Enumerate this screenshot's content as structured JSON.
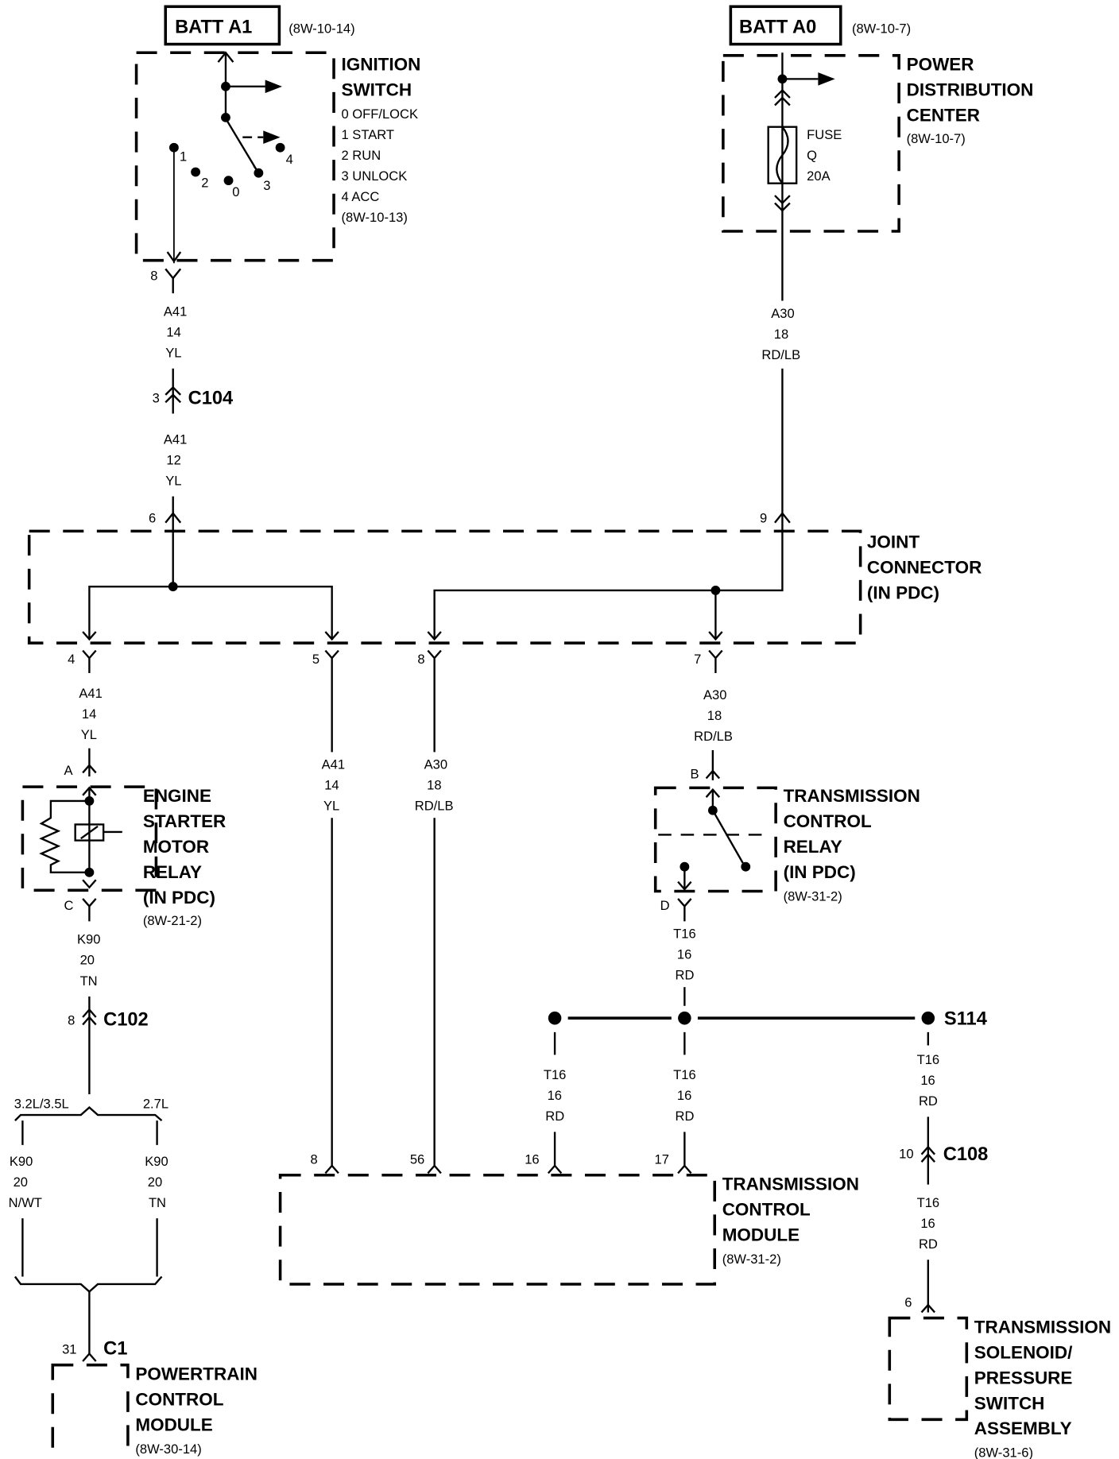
{
  "diagram": {
    "sources": {
      "batt_a1": {
        "label": "BATT A1",
        "ref": "(8W-10-14)"
      },
      "batt_a0": {
        "label": "BATT A0",
        "ref": "(8W-10-7)"
      }
    },
    "ignition_switch": {
      "title": [
        "IGNITION",
        "SWITCH"
      ],
      "positions": [
        "0 OFF/LOCK",
        "1 START",
        "2 RUN",
        "3 UNLOCK",
        "4 ACC"
      ],
      "ref": "(8W-10-13)",
      "contact_labels": [
        "1",
        "2",
        "0",
        "3",
        "4"
      ]
    },
    "pdc": {
      "title": [
        "POWER",
        "DISTRIBUTION",
        "CENTER"
      ],
      "ref": "(8W-10-7)",
      "fuse": [
        "FUSE",
        "Q",
        "20A"
      ]
    },
    "joint_connector": {
      "title": [
        "JOINT",
        "CONNECTOR",
        "(IN PDC)"
      ]
    },
    "starter_relay": {
      "title": [
        "ENGINE",
        "STARTER",
        "MOTOR",
        "RELAY",
        "(IN PDC)"
      ],
      "ref": "(8W-21-2)"
    },
    "trans_relay": {
      "title": [
        "TRANSMISSION",
        "CONTROL",
        "RELAY",
        "(IN PDC)"
      ],
      "ref": "(8W-31-2)"
    },
    "tcm": {
      "title": [
        "TRANSMISSION",
        "CONTROL",
        "MODULE"
      ],
      "ref": "(8W-31-2)"
    },
    "pcm": {
      "title": [
        "POWERTRAIN",
        "CONTROL",
        "MODULE"
      ],
      "ref": "(8W-30-14)"
    },
    "solenoid": {
      "title": [
        "TRANSMISSION",
        "SOLENOID/",
        "PRESSURE",
        "SWITCH",
        "ASSEMBLY"
      ],
      "ref": "(8W-31-6)"
    },
    "connectors": {
      "c104": {
        "name": "C104",
        "pin": "3"
      },
      "c102": {
        "name": "C102",
        "pin": "8"
      },
      "c108": {
        "name": "C108",
        "pin": "10"
      },
      "c1": {
        "name": "C1",
        "pin": "31"
      },
      "s114": {
        "name": "S114"
      }
    },
    "pins": {
      "ign_out": "8",
      "jc_in_a41": "6",
      "jc_in_a30": "9",
      "jc_out_4": "4",
      "jc_out_5": "5",
      "jc_out_8": "8",
      "jc_out_7": "7",
      "relay_a": "A",
      "relay_c": "C",
      "tcr_b": "B",
      "tcr_d": "D",
      "tcm_8": "8",
      "tcm_56": "56",
      "tcm_16": "16",
      "tcm_17": "17",
      "sol_6": "6"
    },
    "variants": {
      "left": "3.2L/3.5L",
      "right": "2.7L"
    },
    "wires": {
      "w_a41_top": [
        "A41",
        "14",
        "YL"
      ],
      "w_a41_mid": [
        "A41",
        "12",
        "YL"
      ],
      "w_a30_top": [
        "A30",
        "18",
        "RD/LB"
      ],
      "w_a41_4": [
        "A41",
        "14",
        "YL"
      ],
      "w_a41_5": [
        "A41",
        "14",
        "YL"
      ],
      "w_a30_8": [
        "A30",
        "18",
        "RD/LB"
      ],
      "w_a30_7": [
        "A30",
        "18",
        "RD/LB"
      ],
      "w_k90": [
        "K90",
        "20",
        "TN"
      ],
      "w_k90_l": [
        "K90",
        "20",
        "N/WT"
      ],
      "w_k90_r": [
        "K90",
        "20",
        "TN"
      ],
      "w_t16_d": [
        "T16",
        "16",
        "RD"
      ],
      "w_t16_16": [
        "T16",
        "16",
        "RD"
      ],
      "w_t16_17": [
        "T16",
        "16",
        "RD"
      ],
      "w_t16_s": [
        "T16",
        "16",
        "RD"
      ],
      "w_t16_c108": [
        "T16",
        "16",
        "RD"
      ]
    }
  }
}
